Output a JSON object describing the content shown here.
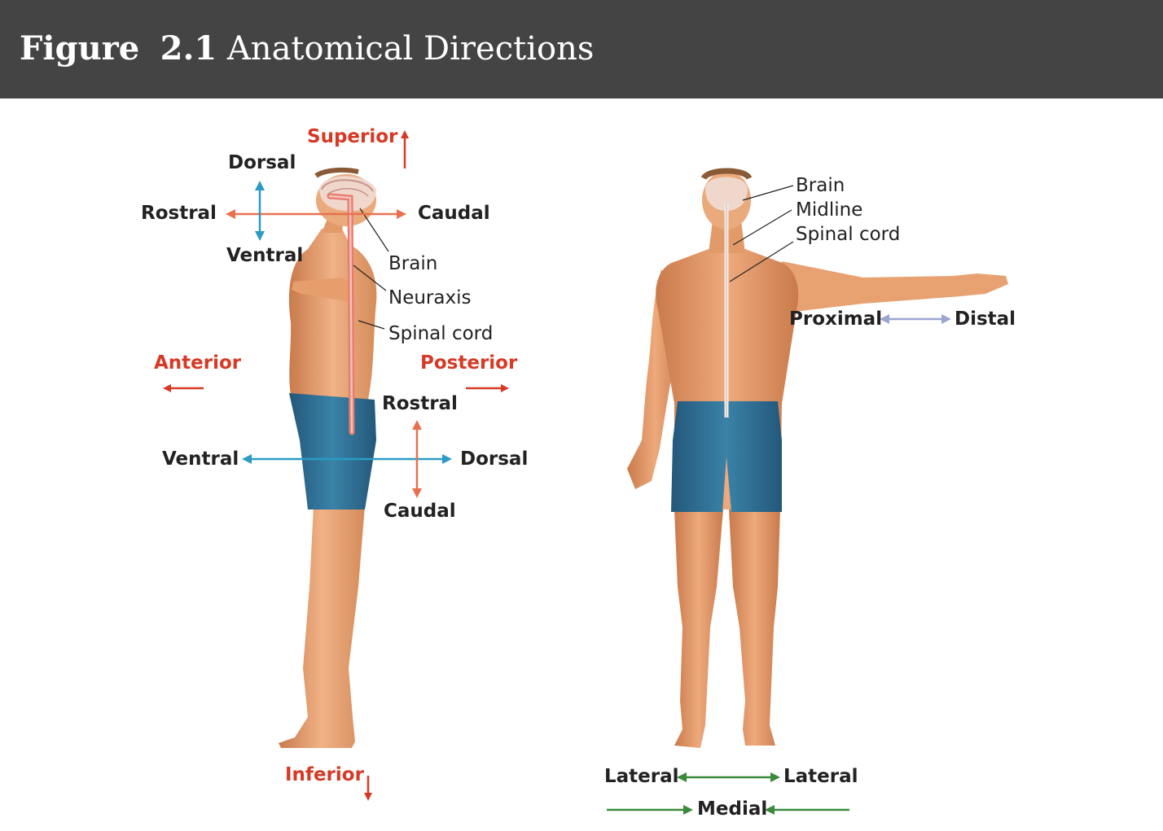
{
  "header": {
    "figure_word": "Figure",
    "figure_number": "2.1",
    "title": "Anatomical Directions"
  },
  "side_view": {
    "superior": "Superior",
    "dorsal_top": "Dorsal",
    "rostral_top": "Rostral",
    "caudal_top": "Caudal",
    "ventral_top": "Ventral",
    "brain": "Brain",
    "neuraxis": "Neuraxis",
    "spinal_cord": "Spinal cord",
    "anterior": "Anterior",
    "posterior": "Posterior",
    "rostral_lower": "Rostral",
    "ventral_lower": "Ventral",
    "dorsal_lower": "Dorsal",
    "caudal_lower": "Caudal",
    "inferior": "Inferior"
  },
  "front_view": {
    "brain": "Brain",
    "midline": "Midline",
    "spinal_cord": "Spinal cord",
    "proximal": "Proximal",
    "distal": "Distal",
    "lateral_left": "Lateral",
    "lateral_right": "Lateral",
    "medial": "Medial"
  },
  "colors": {
    "header_bg": "#444444",
    "red_label": "#d63a26",
    "arrow_orange": "#e8704f",
    "arrow_blue": "#2a9cc4",
    "arrow_lavender": "#9aa6d0",
    "arrow_green": "#3a8a3c",
    "skin": "#e9a474",
    "shorts": "#2e6f92"
  }
}
